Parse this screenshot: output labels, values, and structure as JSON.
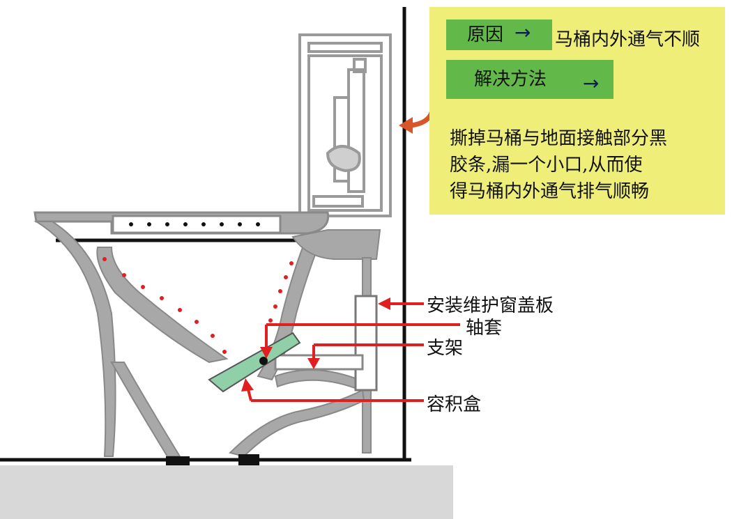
{
  "panel": {
    "cause_label": "原因",
    "cause_text": "马桶内外通气不顺",
    "solution_label": "解决方法",
    "arrow_glyph": "→",
    "solution_lines": [
      "撕掉马桶与地面接触部分黑",
      "胶条,漏一个小口,从而使",
      "得马桶内外通气排气顺畅"
    ]
  },
  "labels": {
    "cover": "安装维护窗盖板",
    "bushing": "轴套",
    "bracket": "支架",
    "box": "容积盒"
  },
  "colors": {
    "panel": "#eeee78",
    "green_box": "#62b848",
    "arrow_red": "#e02020",
    "curve_orange": "#d9552a",
    "ceramic": "#a8a8a8",
    "floor": "#d8d8d8",
    "box_green": "#8fd0a8"
  }
}
